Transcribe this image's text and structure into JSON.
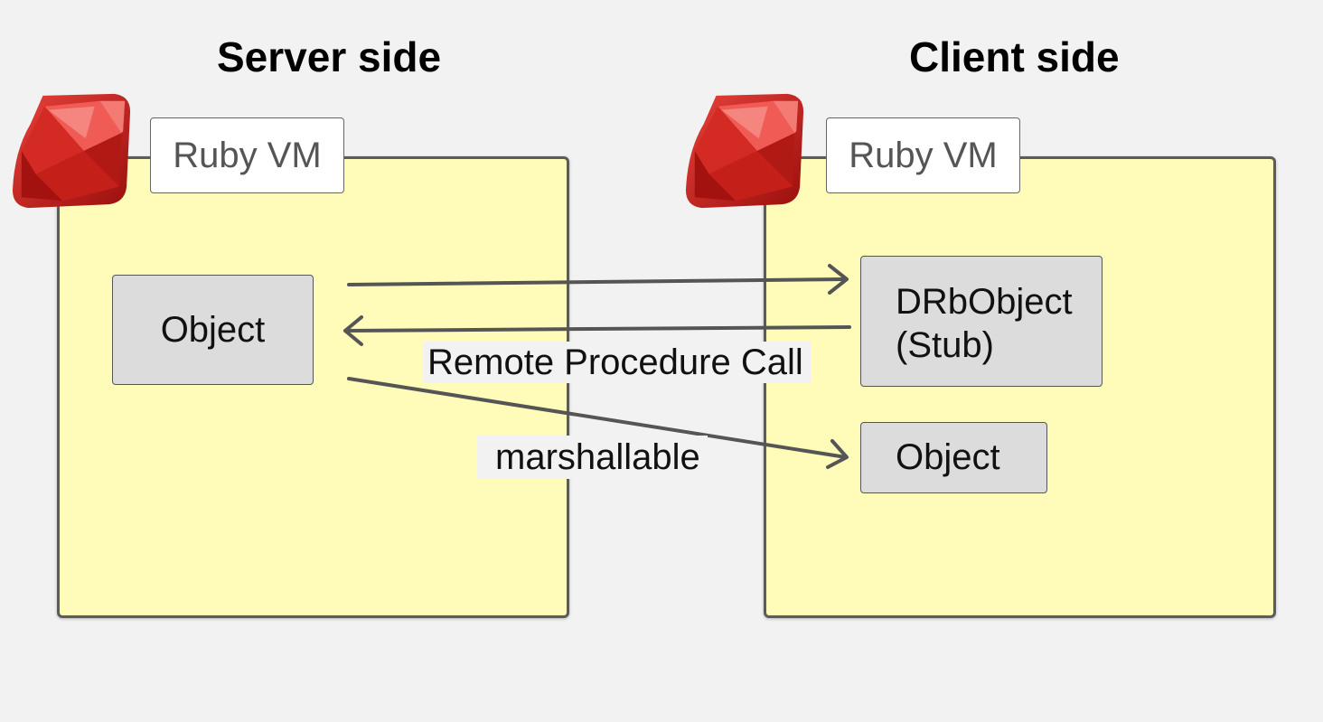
{
  "server": {
    "title": "Server side",
    "vm_label": "Ruby VM",
    "object_label": "Object"
  },
  "client": {
    "title": "Client side",
    "vm_label": "Ruby VM",
    "drb_object_label": "DRbObject",
    "drb_object_sublabel": "(Stub)",
    "object_label": "Object"
  },
  "edges": {
    "rpc_label": "Remote Procedure Call",
    "marshal_label": "marshallable"
  },
  "icons": {
    "logo": "ruby-logo-icon"
  },
  "colors": {
    "background": "#f2f2f2",
    "vm_fill": "#fffbb9",
    "vm_border": "#5b5b5b",
    "object_fill": "#dcdcdc",
    "arrow": "#555555",
    "ruby_red": "#c8201e"
  }
}
